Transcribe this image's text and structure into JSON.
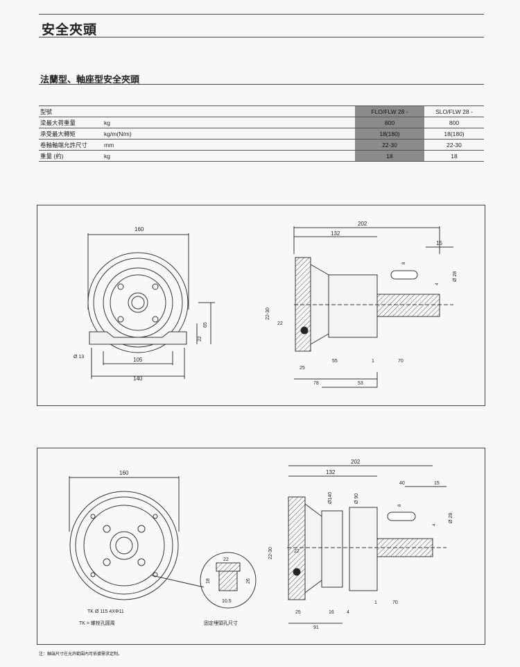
{
  "page_title": "安全夾頭",
  "section_title": "法蘭型、軸座型安全夾頭",
  "spec_table": {
    "columns": [
      "型號",
      "FLO/FLW 28 -",
      "SLO/FLW 28 -"
    ],
    "rows": [
      {
        "label": "梁最大荷重量",
        "unit": "kg",
        "v1": "800",
        "v2": "800"
      },
      {
        "label": "承受最大轉矩",
        "unit": "kg/m(N/m)",
        "v1": "18(180)",
        "v2": "18(180)"
      },
      {
        "label": "卷軸軸端允許尺寸",
        "unit": "mm",
        "v1": "22-30",
        "v2": "22-30"
      },
      {
        "label": "重量 (約)",
        "unit": "kg",
        "v1": "18",
        "v2": "18"
      }
    ]
  },
  "diagram1": {
    "front": {
      "width": "160",
      "base": "105",
      "base_total": "140",
      "hole": "Ø 13",
      "height": "65",
      "h2": "22"
    },
    "side": {
      "total": "202",
      "d132": "132",
      "d15": "15",
      "shaft_d": "Ø 28",
      "tol": "8",
      "key": "4",
      "bore": "22-30",
      "d22": "22",
      "d25": "25",
      "d55": "55",
      "d1": "1",
      "d70": "70",
      "d78": "78",
      "d53": "53"
    }
  },
  "diagram2": {
    "front": {
      "width": "160",
      "pcd": "TK Ø 115 4XΦ11",
      "legend": "TK = 螺栓孔圓周"
    },
    "detail": {
      "d22": "22",
      "d18": "18",
      "d26": "26",
      "d105": "10.5",
      "caption": "固定埋頭孔尺寸"
    },
    "side": {
      "total": "202",
      "d132": "132",
      "d40": "40",
      "d15": "15",
      "d140": "Ø140",
      "d90": "Ø 90",
      "shaft_d": "Ø 28",
      "tol": "8",
      "key": "4",
      "bore": "22-30",
      "d22": "22",
      "d25": "25",
      "d16": "16",
      "d4": "4",
      "d1": "1",
      "d70": "70",
      "d91": "91"
    }
  },
  "footnote": "注：軸端尺寸在允許範圍內可依據需求定制。"
}
